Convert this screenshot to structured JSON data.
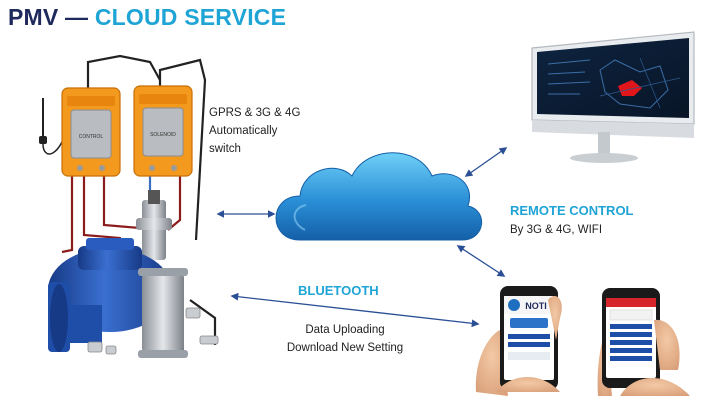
{
  "title": {
    "prefix": "PMV",
    "dash": " — ",
    "main": "CLOUD SERVICE"
  },
  "gprs": {
    "line1": "GPRS & 3G & 4G",
    "line2": "Automatically",
    "line3": "switch"
  },
  "remote": {
    "heading": "REMOTE CONTROL",
    "sub": "By 3G & 4G, WIFI"
  },
  "bluetooth": {
    "heading": "BLUETOOTH",
    "line1": "Data Uploading",
    "line2": "Download New Setting"
  },
  "controller_left": {
    "label": "CONTROL"
  },
  "controller_right": {
    "label": "SOLENOID"
  },
  "phone_left": {
    "brand": "NOTI"
  },
  "colors": {
    "navy": "#1f2a5c",
    "accent": "#1fa4d6",
    "valve_blue": "#1f4ea8",
    "controller_orange": "#f39a1e",
    "arrow": "#2a4f95"
  }
}
